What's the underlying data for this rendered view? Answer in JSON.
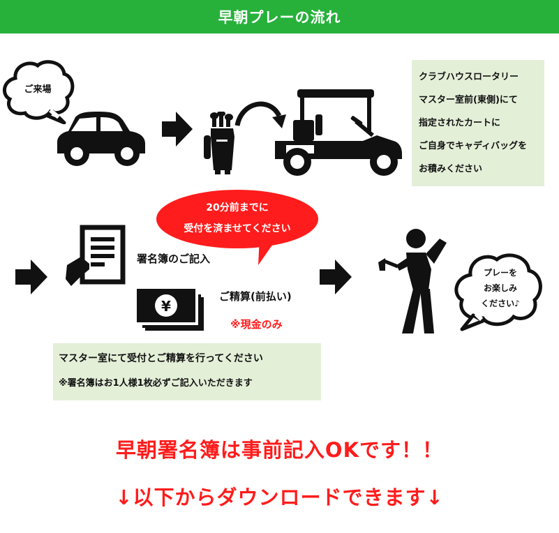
{
  "header": {
    "title": "早朝プレーの流れ"
  },
  "step1": {
    "bubble": "ご来場",
    "info_lines": [
      "クラブハウスロータリー",
      "マスター室前(東側)にて",
      "指定されたカートに",
      "ご自身でキャディバッグを",
      "お積みください"
    ]
  },
  "step2": {
    "callout_lines": [
      "20分前までに",
      "受付を済ませてください"
    ],
    "register_label": "署名簿のご記入",
    "payment_label": "ご精算(前払い)",
    "cash_note": "※現金のみ",
    "yen_symbol": "¥",
    "info_lines": [
      "マスター室にて受付とご精算を行ってください",
      "※署名簿はお1人様1枚必ずご記入いただきます"
    ]
  },
  "step3": {
    "bubble_lines": [
      "プレーを",
      "お楽しみ",
      "ください♪"
    ]
  },
  "footer": {
    "line1": "早朝署名簿は事前記入OKです！！",
    "line2": "↓以下からダウンロードできます↓"
  },
  "colors": {
    "header_green": "#27b13b",
    "box_green": "#e4efd8",
    "accent_red": "#ff1c1c",
    "icon_black": "#111111"
  }
}
